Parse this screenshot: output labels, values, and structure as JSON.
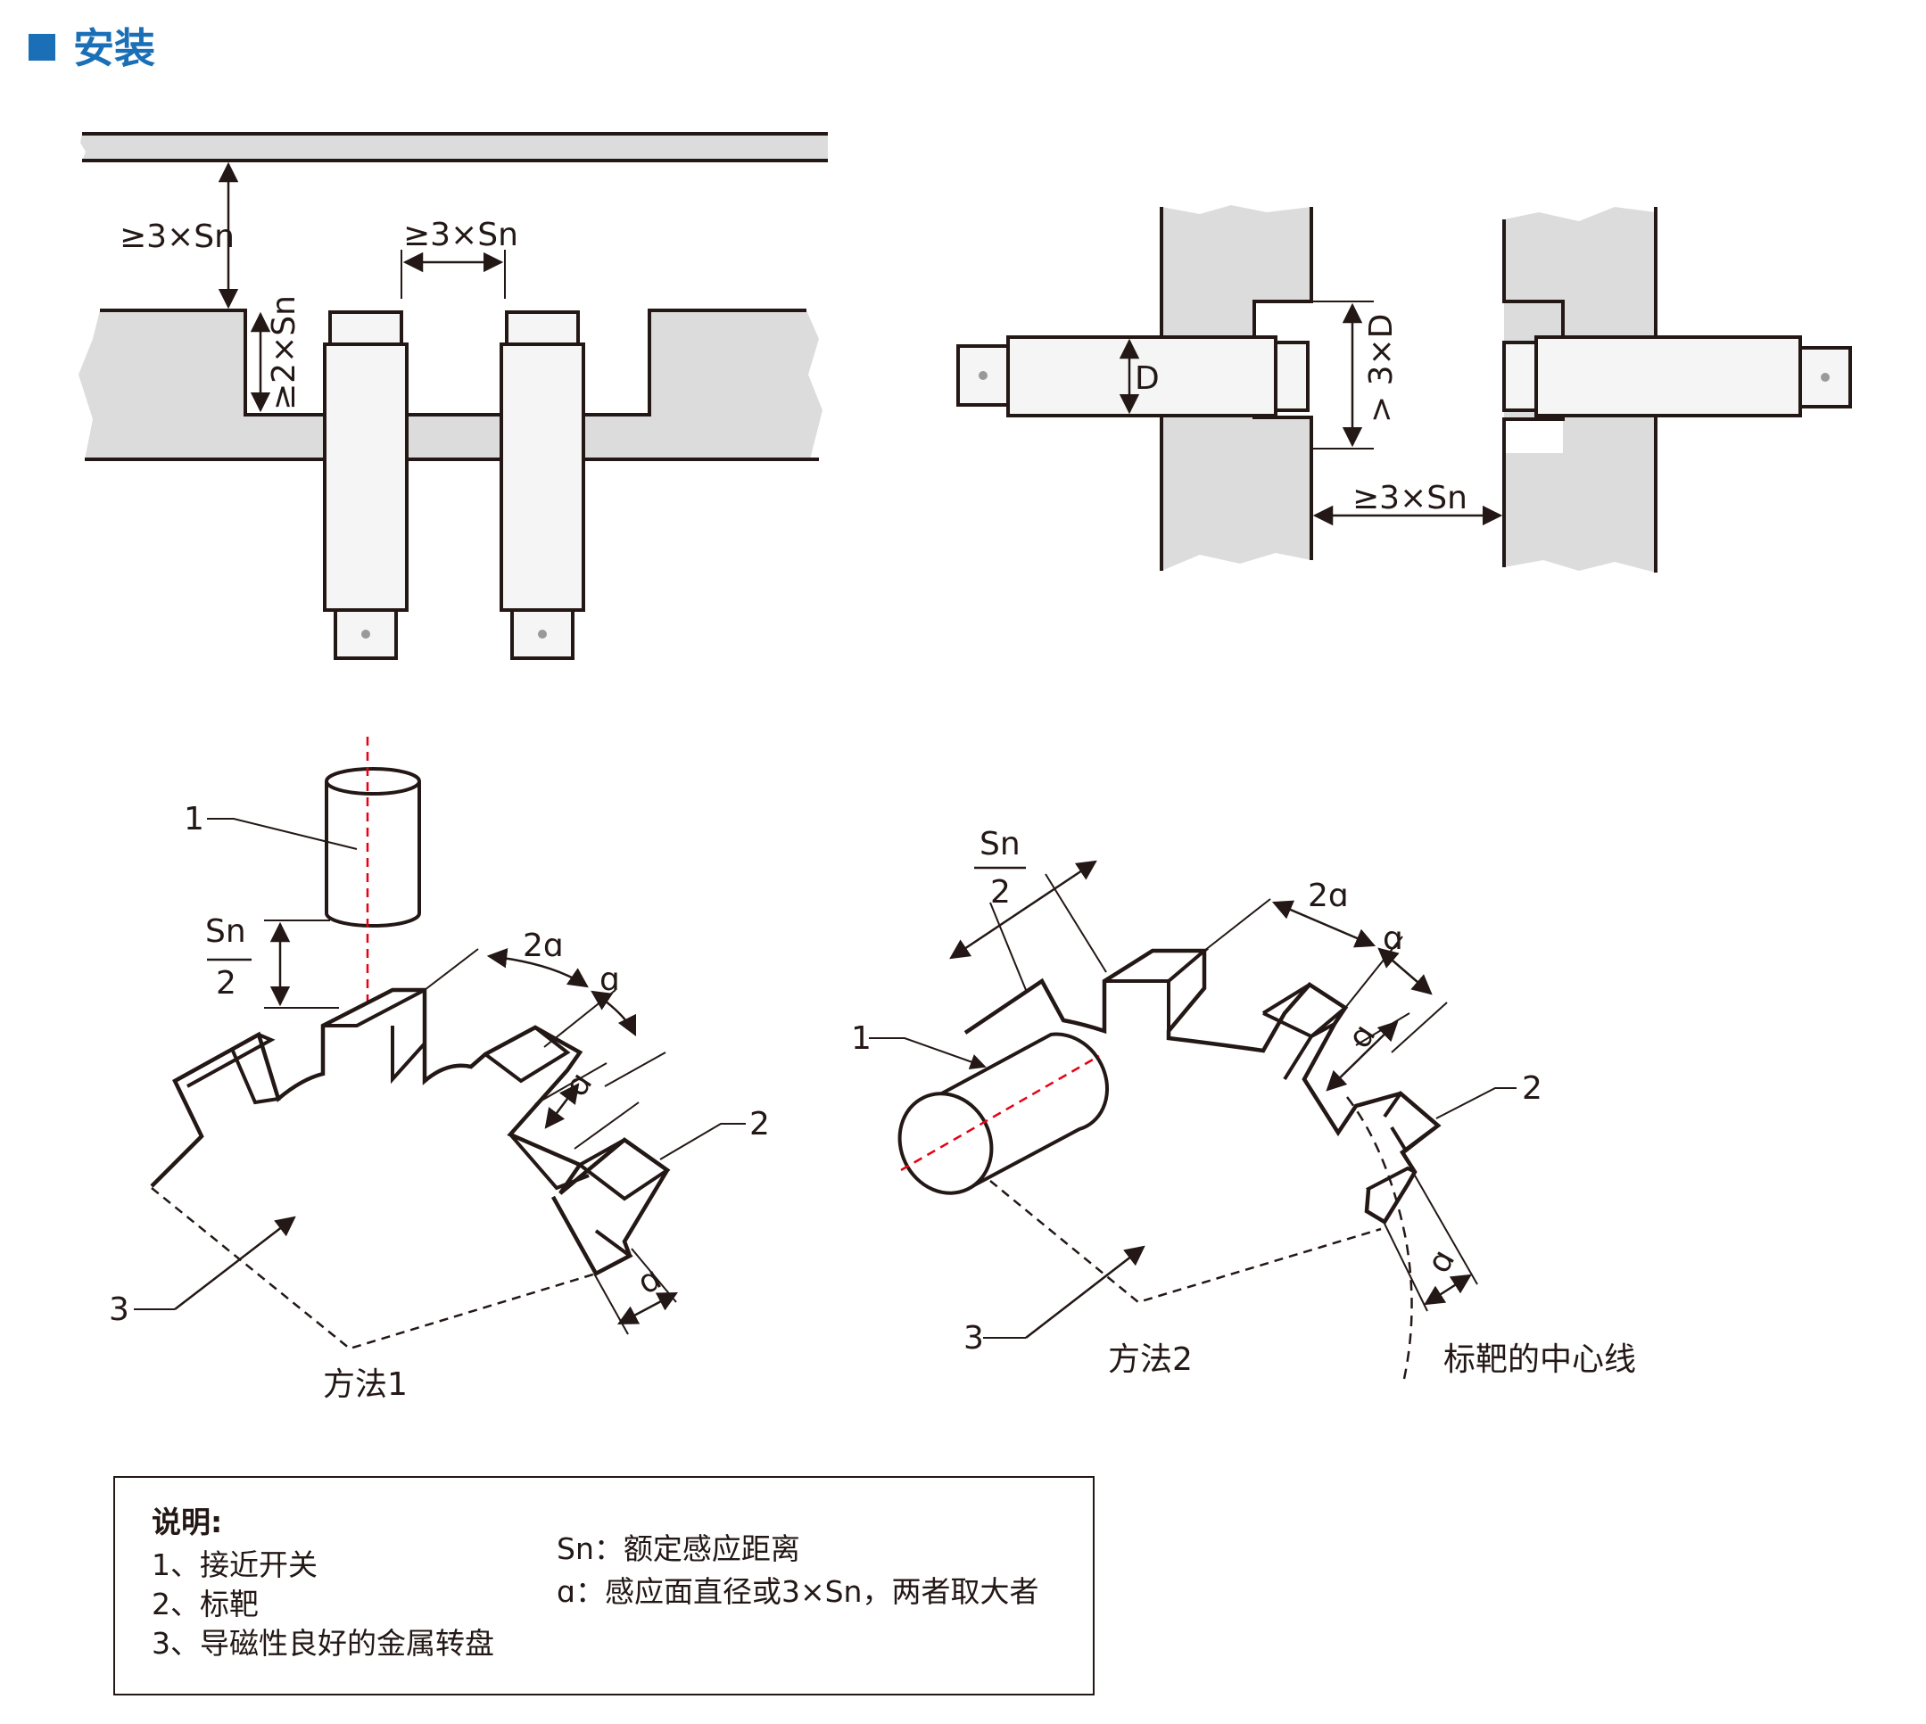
{
  "header": {
    "title": "安装",
    "accent_color": "#1a6fb6"
  },
  "top_left": {
    "dim_wall": "≥3×Sn",
    "dim_between": "≥3×Sn",
    "dim_recess": "≥2×Sn"
  },
  "top_right": {
    "dim_diameter": "D",
    "dim_recess": "> 3×D",
    "dim_gap": "≥3×Sn"
  },
  "method1": {
    "label_sensor": "1",
    "label_target": "2",
    "label_disc": "3",
    "frac_num": "Sn",
    "frac_den": "2",
    "angle_2a": "2ɑ",
    "angle_a_top": "ɑ",
    "angle_a_mid": "ɑ",
    "angle_a_bottom": "ɑ",
    "caption": "方法1"
  },
  "method2": {
    "label_sensor": "1",
    "label_target": "2",
    "label_disc": "3",
    "frac_num": "Sn",
    "frac_den": "2",
    "angle_2a": "2ɑ",
    "angle_a_top": "ɑ",
    "angle_a_mid": "ɑ",
    "angle_a_bottom": "ɑ",
    "caption": "方法2",
    "centerline_label": "标靶的中心线"
  },
  "notes": {
    "title": "说明:",
    "items": [
      "1、接近开关",
      "2、标靶",
      "3、导磁性良好的金属转盘"
    ],
    "defs": [
      "Sn：额定感应距离",
      "ɑ：感应面直径或3×Sn，两者取大者"
    ]
  },
  "colors": {
    "wall_fill": "#dcdcdc",
    "line": "#231815",
    "centerline": "#e60012",
    "sensor_fill": "#f5f5f5"
  }
}
